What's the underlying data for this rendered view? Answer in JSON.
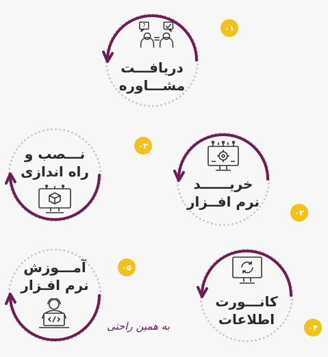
{
  "accent_color": "#6b1d54",
  "badge_color": "#f2c21b",
  "steps": [
    {
      "number": "۰۱",
      "line1": "دریافـــت",
      "line2": "مشـــاوره",
      "icon": "consultation-icon"
    },
    {
      "number": "۰۲",
      "line1": "خریــــــد",
      "line2": "نرم افــزار",
      "icon": "circuit-gear-monitor-icon"
    },
    {
      "number": "۰۳",
      "line1": "نـــصب و",
      "line2": "راه اندازی",
      "icon": "monitor-cube-icon"
    },
    {
      "number": "۰۴",
      "line1": "کانـــورت",
      "line2": "اطلاعات",
      "icon": "convert-monitor-icon"
    },
    {
      "number": "۰۵",
      "line1": "آمـــوزش",
      "line2": "نرم افـزار",
      "icon": "programmer-icon"
    }
  ],
  "tagline": "به همین راحتی"
}
